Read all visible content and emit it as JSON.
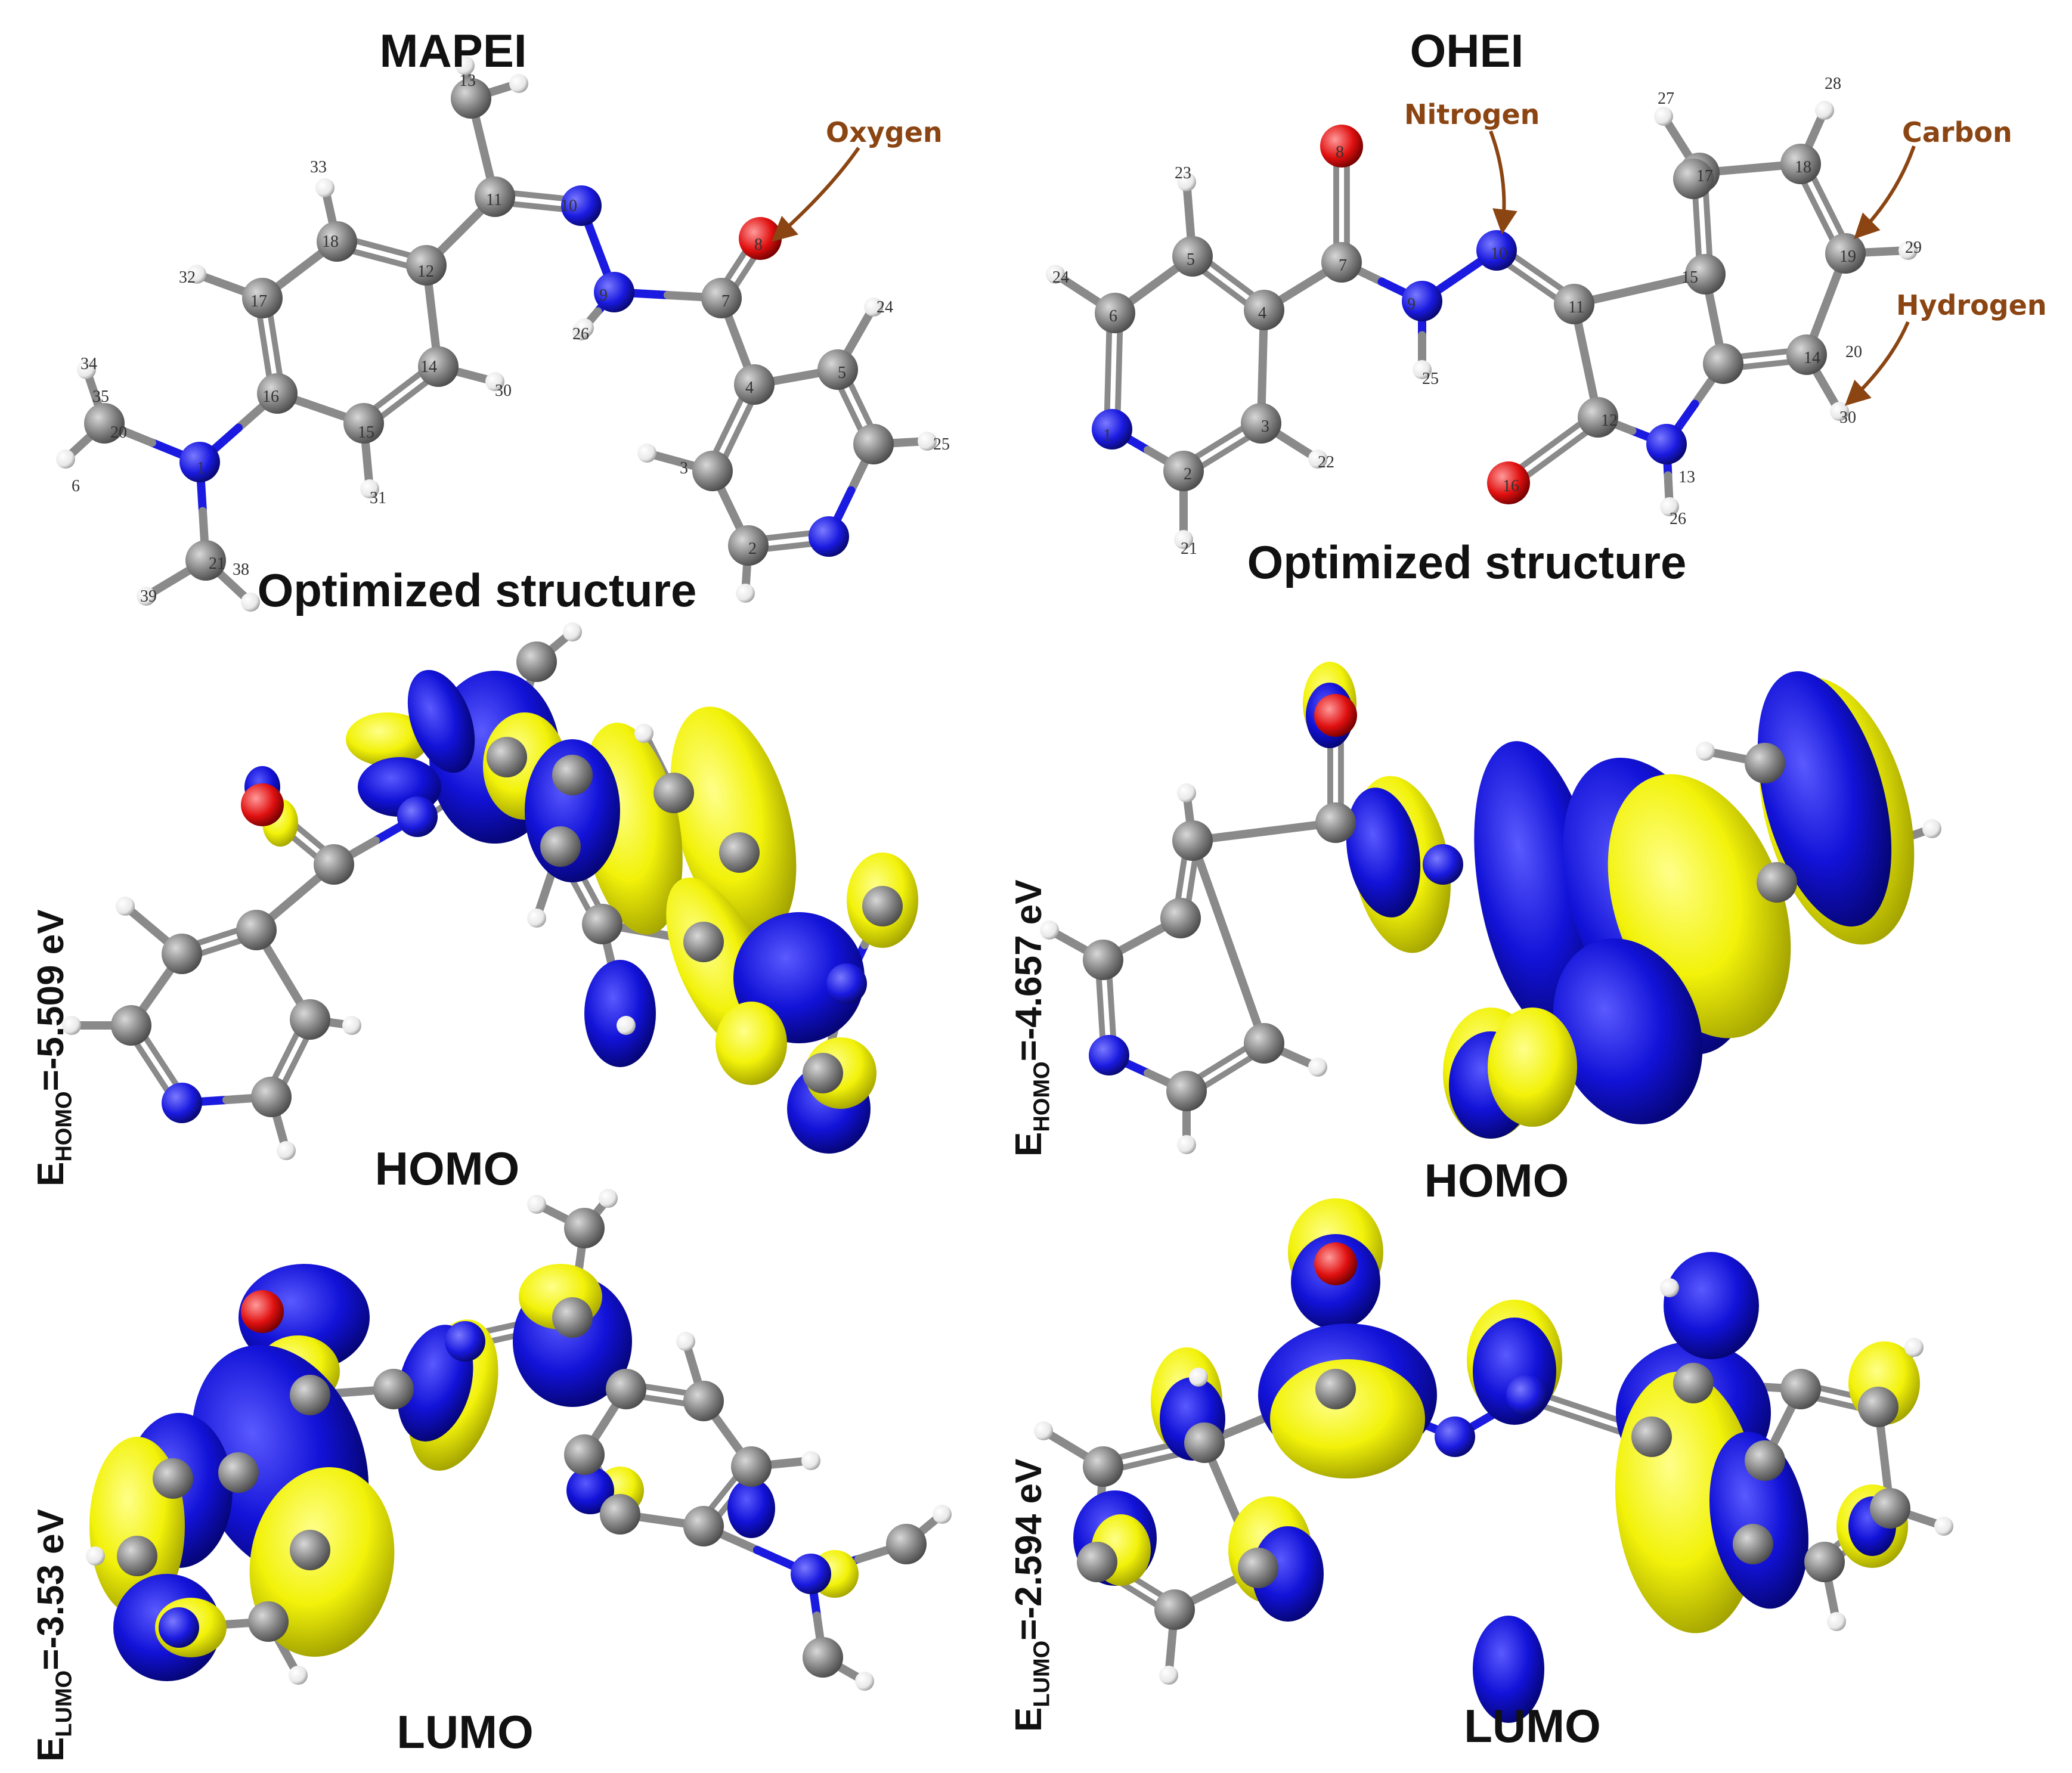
{
  "colors": {
    "carbon": "#7d7d7d",
    "nitrogen": "#1a1ae0",
    "oxygen": "#e01010",
    "hydrogen": "#f0f0f0",
    "orbital_positive": "#f2f20a",
    "orbital_negative": "#1212d8",
    "callout_text": "#8b4513",
    "bond": "#909090"
  },
  "panels": {
    "mapei": {
      "title": "MAPEI",
      "structure_caption": "Optimized structure",
      "homo_label": "HOMO",
      "lumo_label": "LUMO",
      "homo_energy": {
        "prefix": "E",
        "sub": "HOMO",
        "value": "=-5.509 eV"
      },
      "lumo_energy": {
        "prefix": "E",
        "sub": "LUMO",
        "value": "=-3.53 eV"
      },
      "callouts": {
        "oxygen": "Oxygen"
      },
      "atom_numbers": [
        "13",
        "33",
        "11",
        "10",
        "32",
        "18",
        "8",
        "9",
        "24",
        "12",
        "17",
        "26",
        "7",
        "34",
        "35",
        "16",
        "14",
        "30",
        "4",
        "5",
        "20",
        "1",
        "15",
        "25",
        "31",
        "3",
        "6",
        "2",
        "21",
        "38",
        "39"
      ]
    },
    "ohei": {
      "title": "OHEI",
      "structure_caption": "Optimized structure",
      "homo_label": "HOMO",
      "lumo_label": "LUMO",
      "homo_energy": {
        "prefix": "E",
        "sub": "HOMO",
        "value": "=-4.657 eV"
      },
      "lumo_energy": {
        "prefix": "E",
        "sub": "LUMO",
        "value": "=-2.594 eV"
      },
      "callouts": {
        "nitrogen": "Nitrogen",
        "carbon": "Carbon",
        "hydrogen": "Hydrogen"
      },
      "atom_numbers": [
        "8",
        "27",
        "28",
        "23",
        "7",
        "17",
        "18",
        "5",
        "10",
        "19",
        "29",
        "24",
        "6",
        "4",
        "9",
        "15",
        "11",
        "14",
        "20",
        "25",
        "3",
        "22",
        "1",
        "12",
        "13",
        "30",
        "2",
        "16",
        "26",
        "21"
      ]
    }
  }
}
